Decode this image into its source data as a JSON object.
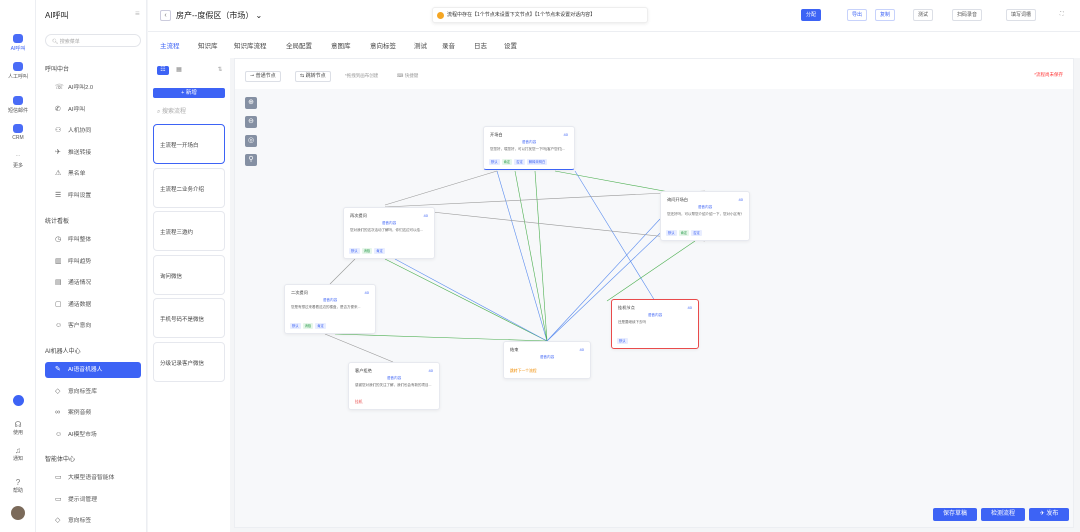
{
  "rail": {
    "items": [
      {
        "label": "AI呼叫"
      },
      {
        "label": "人工呼叫"
      },
      {
        "label": "短信邮件"
      },
      {
        "label": "CRM"
      },
      {
        "label": "更多"
      }
    ],
    "bottom": [
      {
        "label": "使用"
      },
      {
        "label": "通知"
      },
      {
        "label": "帮助"
      }
    ]
  },
  "sidebar": {
    "brand": "AI呼叫",
    "search_placeholder": "搜索菜单",
    "groups": [
      {
        "title": "呼叫中台",
        "items": [
          {
            "icon": "☏",
            "label": "AI呼叫2.0"
          },
          {
            "icon": "✆",
            "label": "AI呼叫"
          },
          {
            "icon": "⚇",
            "label": "人机协同"
          },
          {
            "icon": "✈",
            "label": "推送转接"
          },
          {
            "icon": "⚠",
            "label": "黑名单"
          },
          {
            "icon": "☰",
            "label": "呼叫设置"
          }
        ]
      },
      {
        "title": "统计看板",
        "items": [
          {
            "icon": "◷",
            "label": "呼叫整体"
          },
          {
            "icon": "▥",
            "label": "呼叫趋势"
          },
          {
            "icon": "▤",
            "label": "通话情况"
          },
          {
            "icon": "▢",
            "label": "通话数据"
          },
          {
            "icon": "☺",
            "label": "客户意向"
          }
        ]
      },
      {
        "title": "AI机器人中心",
        "items": [
          {
            "icon": "✎",
            "label": "AI语音机器人",
            "active": true
          },
          {
            "icon": "◇",
            "label": "意向标签库"
          },
          {
            "icon": "∞",
            "label": "案例音频"
          },
          {
            "icon": "☺",
            "label": "AI模型市场"
          }
        ]
      },
      {
        "title": "智能体中心",
        "items": [
          {
            "icon": "▭",
            "label": "大模型语音智能体"
          },
          {
            "icon": "▭",
            "label": "提示词管理"
          },
          {
            "icon": "◇",
            "label": "意向标签"
          }
        ]
      }
    ]
  },
  "topbar": {
    "title": "房产--度假区（市场） ⌄",
    "warning": "流程中存在【1个节点未设置下文节点】【1个节点未设置对话内容】",
    "buttons": [
      {
        "label": "分配",
        "style": "pri"
      },
      {
        "label": "导出",
        "style": "out"
      },
      {
        "label": "复制",
        "style": "out"
      },
      {
        "label": "测试",
        "style": "gry"
      },
      {
        "label": "扫码录音",
        "style": "gry"
      },
      {
        "label": "填写词槽",
        "style": "gry"
      },
      {
        "label": "⛶",
        "style": "plain"
      }
    ]
  },
  "tabs": [
    "主流程",
    "知识库",
    "知识库流程",
    "全局配置",
    "意图库",
    "意向标签",
    "测试",
    "录音",
    "日志",
    "设置"
  ],
  "flows": {
    "new_label": "+ 新增",
    "search_placeholder": "搜索流程",
    "items": [
      "主流程一开场白",
      "主流程二业务介绍",
      "主流程三邀约",
      "询问微信",
      "手机号码不是微信",
      "分级记录客户微信"
    ]
  },
  "canvas": {
    "toolbar": {
      "normal_node": "普通节点",
      "jump_node": "跳转节点",
      "drag_hint": "*拖拽到画布创建",
      "shortcut": "快捷键",
      "unsaved": "*流程尚未保存"
    },
    "zoom": [
      "⊕",
      "⊖",
      "◎",
      "⚲"
    ],
    "nodes": [
      {
        "id": "n1",
        "title": "开场白",
        "label": "语音内容",
        "body": "您您好，喂您好，可以打扰您一下吗(客户您们)...",
        "tags": [
          "默认",
          "肯定",
          "否定",
          "解释未明白"
        ],
        "status": "40"
      },
      {
        "id": "n2",
        "title": "询问开场白",
        "label": "语音内容",
        "body": "您还好吗，可以帮您介绍介绍一下，您对小区有兴趣吗...",
        "tags": [
          "默认",
          "肯定",
          "否定"
        ],
        "status": "40"
      },
      {
        "id": "n3",
        "title": "再次提问",
        "label": "语音内容",
        "body": "您对我们的这次活动了解吗，你们这边可以给...",
        "tags": [
          "默认",
          "消极",
          "肯定"
        ],
        "status": "40"
      },
      {
        "id": "n4",
        "title": "二次提问",
        "label": "语音内容",
        "body": "您是有想过来看看这边的楼盘，是否方便来...",
        "tags": [
          "默认",
          "消极",
          "肯定"
        ],
        "status": "40"
      },
      {
        "id": "n5",
        "title": "挂机节点",
        "label": "语音内容",
        "body": "还是要继续下去吗",
        "tags": [
          "默认"
        ],
        "status": "40"
      },
      {
        "id": "n6",
        "title": "结束",
        "label": "语音内容",
        "footer": "跳转下一个流程",
        "status": "40"
      },
      {
        "id": "n7",
        "title": "客户拒绝",
        "label": "语音内容",
        "body": "感谢您对我们的关注了解，我们也会有新的项目...",
        "footer": "挂机",
        "status": "40"
      }
    ]
  },
  "footer": {
    "save_draft": "保存草稿",
    "check_flow": "检测流程",
    "publish": "✈ 发布"
  }
}
